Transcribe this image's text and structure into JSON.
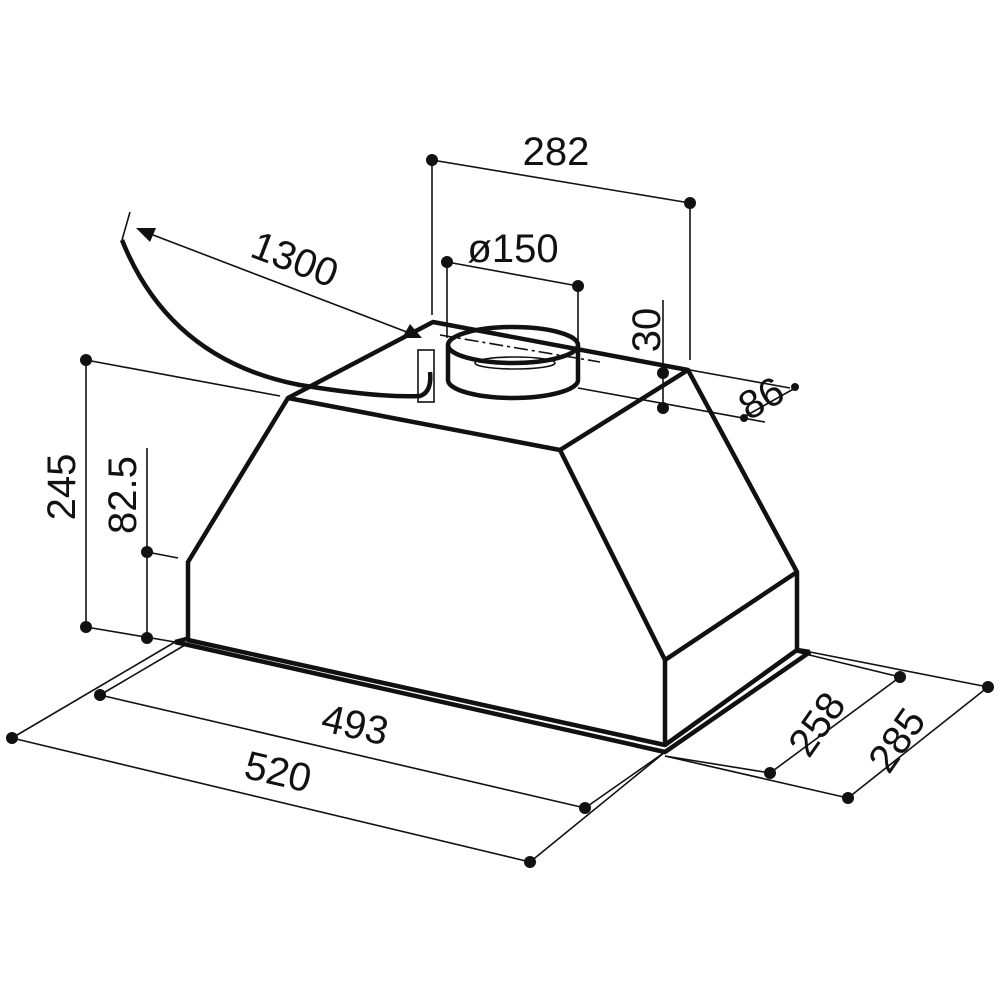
{
  "title": "Cooker hood insert dimensional drawing",
  "dimensions": {
    "duct_spacing": "282",
    "duct_diameter": "ø150",
    "cable_length": "1300",
    "collar_height": "30",
    "collar_offset": "86",
    "total_height": "245",
    "side_height": "82.5",
    "inner_width": "493",
    "outer_width": "520",
    "inner_depth": "258",
    "outer_depth": "285"
  }
}
